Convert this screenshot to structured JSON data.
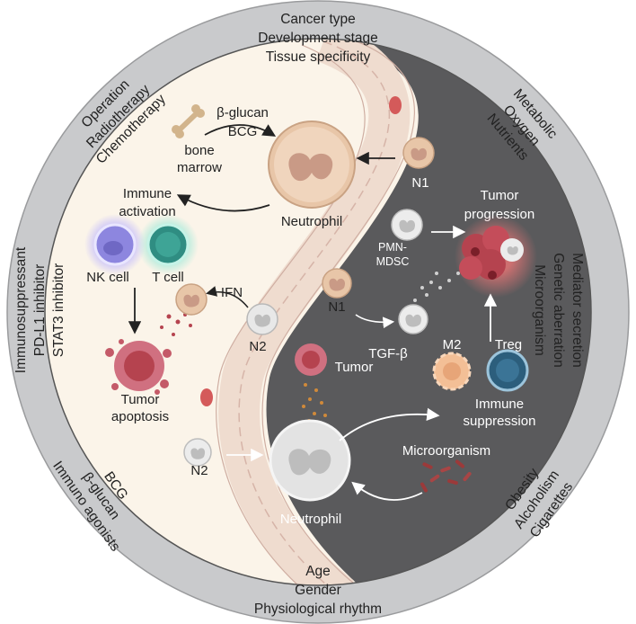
{
  "ring": {
    "top": [
      "Cancer type",
      "Development stage",
      "Tissue specificity"
    ],
    "top_left": [
      "Operation",
      "Radiotherapy",
      "Chemotherapy"
    ],
    "top_right": [
      "Metabolic",
      "Oxygen",
      "Nutrients"
    ],
    "left": [
      "Immunosuppressant",
      "PD-L1 inhibitor",
      "STAT3 inhibitor"
    ],
    "right": [
      "Mediator secretion",
      "Genetic aberration",
      "Microorganism"
    ],
    "bottom_left": [
      "BCG",
      "β-glucan",
      "Immuno agonists"
    ],
    "bottom_right": [
      "Obesity",
      "Alcoholism",
      "Cigarettes"
    ],
    "bottom": [
      "Age",
      "Gender",
      "Physiological rhythm"
    ]
  },
  "light_side": {
    "beta_glucan": "β-glucan",
    "bcg": "BCG",
    "bone": "bone",
    "marrow": "marrow",
    "immune": "Immune",
    "activation": "activation",
    "neutrophil": "Neutrophil",
    "nk_cell": "NK cell",
    "t_cell": "T cell",
    "ifn": "IFN",
    "n1": "N1",
    "n2": "N2",
    "tumor": "Tumor",
    "apoptosis": "apoptosis"
  },
  "dark_side": {
    "n1_top": "N1",
    "pmn": "PMN-",
    "mdsc": "MDSC",
    "tumor_progression_1": "Tumor",
    "tumor_progression_2": "progression",
    "tgf": "TGF-β",
    "m2": "M2",
    "treg": "Treg",
    "immune": "Immune",
    "suppression": "suppression",
    "tumor": "Tumor",
    "microorganism": "Microorganism",
    "neutrophil": "Neutrophil",
    "n2": "N2"
  },
  "colors": {
    "ring": "#c9cacc",
    "light_bg": "#fbf4e9",
    "dark_bg": "#5a5a5c",
    "cell_tan": "#e9c7a9",
    "tumor_red": "#b5434f",
    "nk_purple": "#8d86df",
    "t_teal": "#2f8d82",
    "m2_orange": "#f3bf96",
    "treg_blue": "#2c5e7c"
  }
}
